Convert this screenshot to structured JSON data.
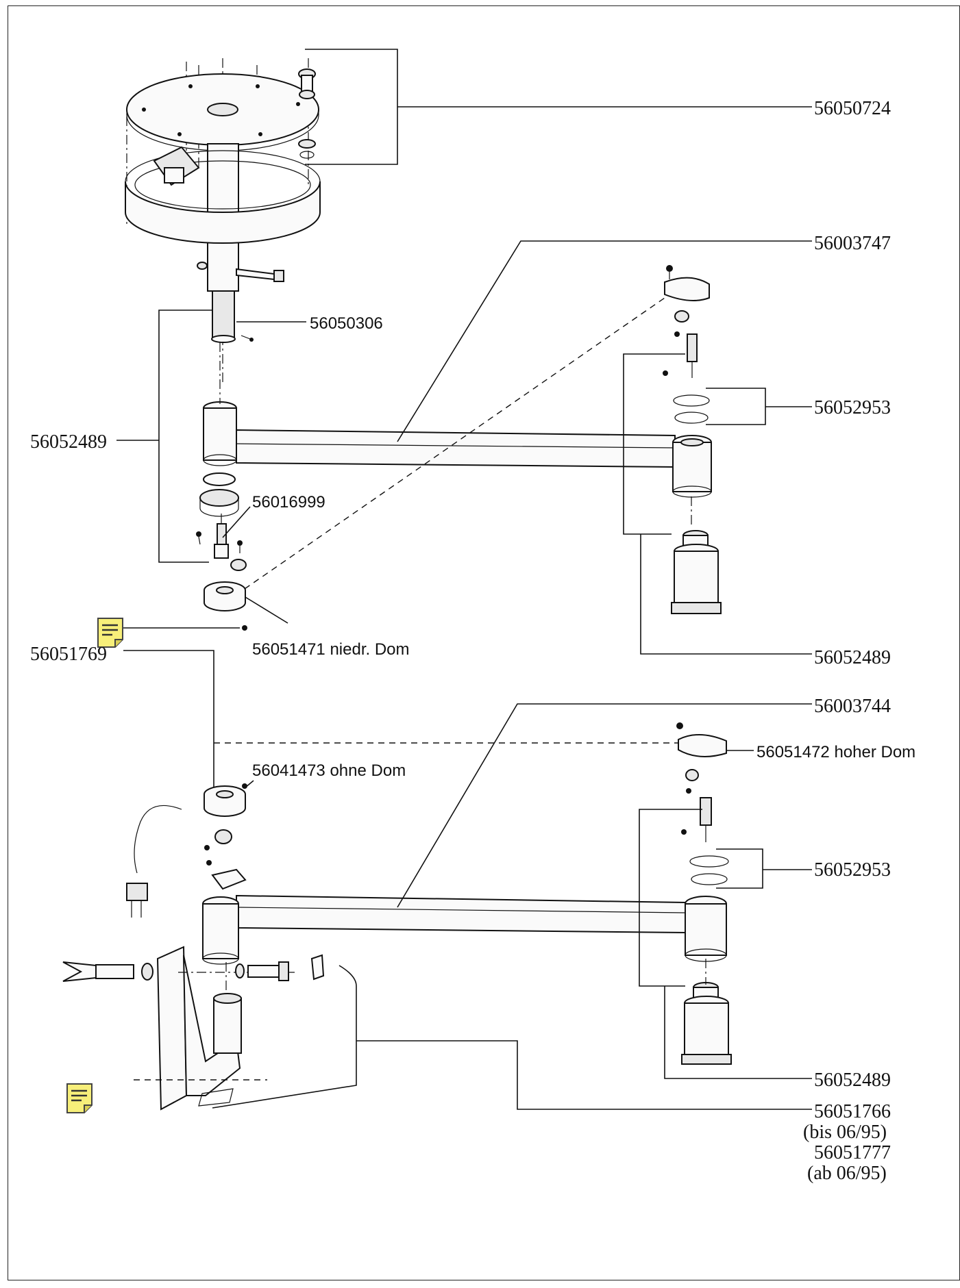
{
  "labels": {
    "p56050724": "56050724",
    "p56003747": "56003747",
    "p56050306": "56050306",
    "p56052953_top": "56052953",
    "p56052489_left": "56052489",
    "p56016999": "56016999",
    "p56052489_right_top": "56052489",
    "p56051769": "56051769",
    "p56051471": "56051471 niedr. Dom",
    "p56003744": "56003744",
    "p56051472": "56051472 hoher Dom",
    "p56041473": "56041473 ohne Dom",
    "p56052953_bottom": "56052953",
    "p56052489_right_bottom": "56052489",
    "p56051766": "56051766",
    "bis": "(bis 06/95)",
    "p56051777": "56051777",
    "ab": "(ab 06/95)"
  },
  "notes": [
    "note-icon",
    "note-icon"
  ],
  "colors": {
    "note_fill": "#f7ef7a",
    "line": "#111111"
  }
}
